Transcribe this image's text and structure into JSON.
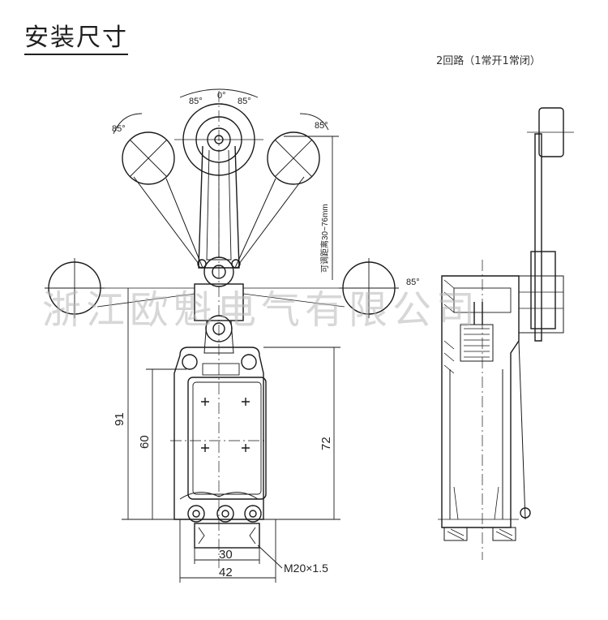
{
  "title": "安装尺寸",
  "subtitle": "2回路（1常开1常闭）",
  "watermark": "浙江欧魁电气有限公司",
  "angles": {
    "zero": "0°",
    "top_left": "85°",
    "top_right": "85°",
    "upper_left": "85°",
    "upper_right": "85°",
    "side_right": "85°"
  },
  "dimensions": {
    "adjustable": "可调距离30~76mm",
    "height_91": "91",
    "height_60": "60",
    "height_72": "72",
    "width_30": "30",
    "width_42": "42",
    "thread": "M20×1.5"
  },
  "colors": {
    "line": "#1a1a1a",
    "accent": "#c0392b"
  }
}
